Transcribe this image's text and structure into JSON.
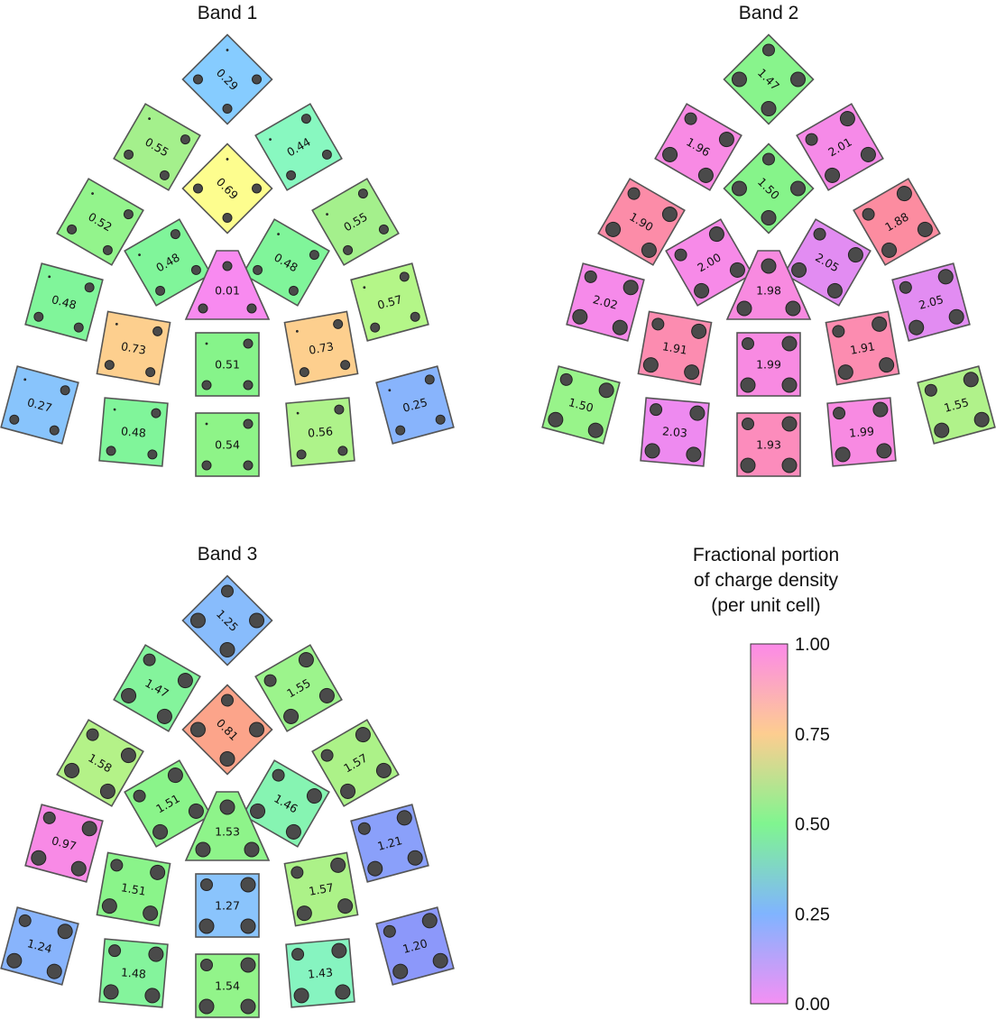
{
  "legend": {
    "title_lines": [
      "Fractional portion",
      "of charge density",
      "(per unit cell)"
    ],
    "ticks": [
      "1.00",
      "0.75",
      "0.50",
      "0.25",
      "0.00"
    ],
    "tick_values": [
      1.0,
      0.75,
      0.5,
      0.25,
      0.0
    ]
  },
  "panels": [
    {
      "title": "Band 1",
      "tiles": [
        {
          "label": "0.29",
          "color": "#86ccff"
        },
        {
          "label": "0.55",
          "color": "#a4f08c"
        },
        {
          "label": "0.44",
          "color": "#88f8c0"
        },
        {
          "label": "0.69",
          "color": "#fdfd8e"
        },
        {
          "label": "0.52",
          "color": "#93f48c"
        },
        {
          "label": "0.55",
          "color": "#a4f08c"
        },
        {
          "label": "0.48",
          "color": "#80f59a"
        },
        {
          "label": "0.48",
          "color": "#80f59a"
        },
        {
          "label": "0.01",
          "color": "#f88af0"
        },
        {
          "label": "0.48",
          "color": "#80f59a"
        },
        {
          "label": "0.73",
          "color": "#fdcf8e"
        },
        {
          "label": "0.51",
          "color": "#86f48a"
        },
        {
          "label": "0.73",
          "color": "#fdcf8e"
        },
        {
          "label": "0.57",
          "color": "#b4f688"
        },
        {
          "label": "0.27",
          "color": "#88c4fc"
        },
        {
          "label": "0.48",
          "color": "#80f59a"
        },
        {
          "label": "0.54",
          "color": "#8ef488"
        },
        {
          "label": "0.56",
          "color": "#aef38a"
        },
        {
          "label": "0.25",
          "color": "#88b4fc"
        }
      ]
    },
    {
      "title": "Band 2",
      "tiles": [
        {
          "label": "1.47",
          "color": "#88f48c"
        },
        {
          "label": "1.96",
          "color": "#f88ae4"
        },
        {
          "label": "2.01",
          "color": "#f68ae8"
        },
        {
          "label": "1.50",
          "color": "#86f48a"
        },
        {
          "label": "1.90",
          "color": "#fc8ca8"
        },
        {
          "label": "1.88",
          "color": "#fc8ca0"
        },
        {
          "label": "2.00",
          "color": "#f78ae8"
        },
        {
          "label": "2.05",
          "color": "#e28cf2"
        },
        {
          "label": "1.98",
          "color": "#f88ae0"
        },
        {
          "label": "2.02",
          "color": "#f68aea"
        },
        {
          "label": "1.91",
          "color": "#fc8cb0"
        },
        {
          "label": "1.99",
          "color": "#f88ae2"
        },
        {
          "label": "1.91",
          "color": "#fc8cb0"
        },
        {
          "label": "2.05",
          "color": "#e28cf2"
        },
        {
          "label": "1.50",
          "color": "#98f48a"
        },
        {
          "label": "2.03",
          "color": "#ee8af0"
        },
        {
          "label": "1.93",
          "color": "#fc8cbc"
        },
        {
          "label": "1.99",
          "color": "#f88ae2"
        },
        {
          "label": "1.55",
          "color": "#b0f28a"
        }
      ]
    },
    {
      "title": "Band 3",
      "tiles": [
        {
          "label": "1.25",
          "color": "#88bcfc"
        },
        {
          "label": "1.47",
          "color": "#84f49c"
        },
        {
          "label": "1.55",
          "color": "#9cf48c"
        },
        {
          "label": "0.81",
          "color": "#fca48a"
        },
        {
          "label": "1.58",
          "color": "#b4f288"
        },
        {
          "label": "1.57",
          "color": "#acf288"
        },
        {
          "label": "1.51",
          "color": "#8af48a"
        },
        {
          "label": "1.46",
          "color": "#86f4b2"
        },
        {
          "label": "1.53",
          "color": "#8ef48a"
        },
        {
          "label": "0.97",
          "color": "#f88ae6"
        },
        {
          "label": "1.51",
          "color": "#8af48a"
        },
        {
          "label": "1.27",
          "color": "#8ac4fc"
        },
        {
          "label": "1.57",
          "color": "#acf288"
        },
        {
          "label": "1.21",
          "color": "#8aa0fa"
        },
        {
          "label": "1.24",
          "color": "#88b4fc"
        },
        {
          "label": "1.48",
          "color": "#84f49c"
        },
        {
          "label": "1.54",
          "color": "#92f48a"
        },
        {
          "label": "1.43",
          "color": "#86f4c0"
        },
        {
          "label": "1.20",
          "color": "#8c98fa"
        }
      ]
    }
  ]
}
